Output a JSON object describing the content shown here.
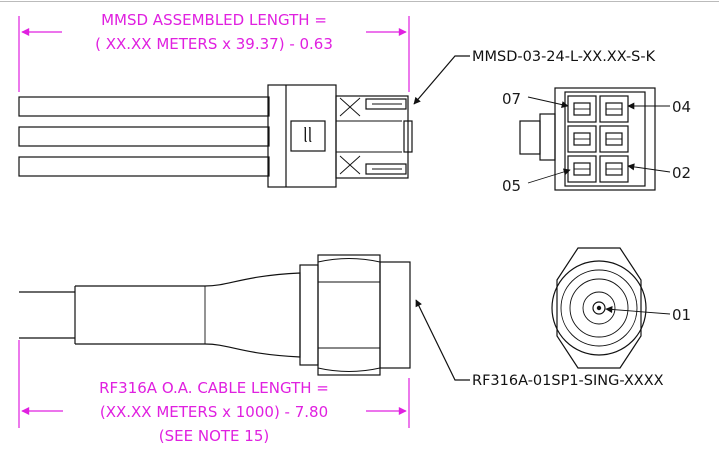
{
  "mmsd_dimension": {
    "line1": "MMSD ASSEMBLED LENGTH =",
    "line2": "( XX.XX METERS x 39.37) - 0.63"
  },
  "mmsd_part_number": "MMSD-03-24-L-XX.XX-S-K",
  "connector_callouts": {
    "pin_07": "07",
    "pin_04": "04",
    "pin_05": "05",
    "pin_02": "02",
    "pin_01": "01"
  },
  "housing_marking": "ᥣᥣ",
  "rf_dimension": {
    "line1": "RF316A O.A. CABLE LENGTH =",
    "line2": "(XX.XX METERS x 1000) - 7.80",
    "line3": "(SEE NOTE 15)"
  },
  "rf_part_number": "RF316A-01SP1-SING-XXXX",
  "colors": {
    "dimension": "#e020e0",
    "linework": "#111111",
    "background": "#ffffff"
  }
}
